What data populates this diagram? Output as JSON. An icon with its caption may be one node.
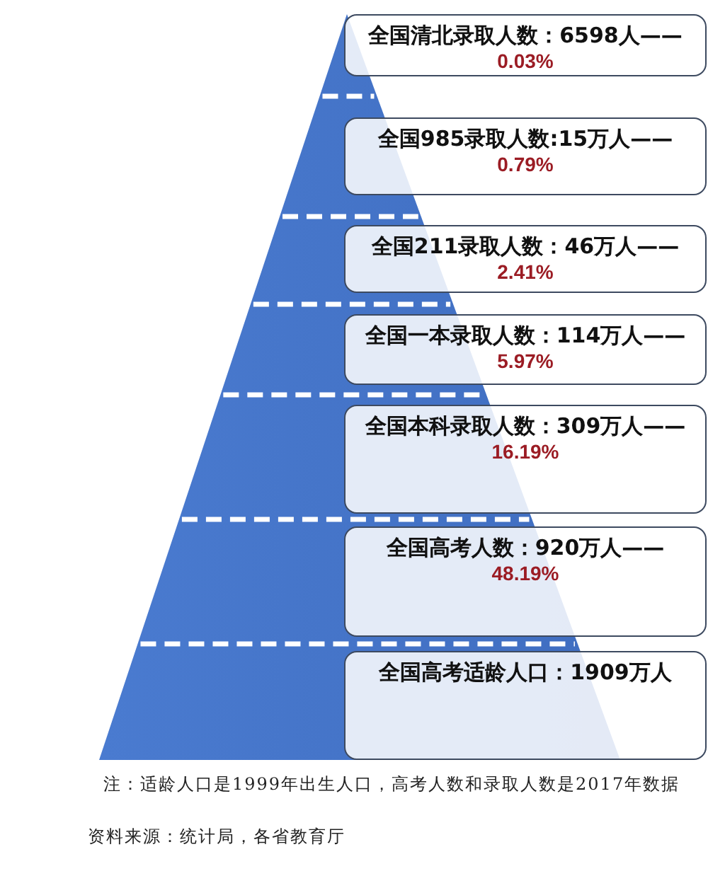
{
  "diagram": {
    "nodes": [
      {
        "text": [
          "全国清北录取人数：6598人——",
          "0.03%"
        ]
      },
      {
        "text": [
          "全国985录取人数:15万人——",
          "0.79%"
        ]
      },
      {
        "text": [
          "全国211录取人数：46万人——",
          "2.41%"
        ]
      },
      {
        "text": [
          "全国一本录取人数：114万人——",
          "5.97%"
        ]
      },
      {
        "text": [
          "全国本科录取人数：309万人——",
          "16.19%"
        ]
      },
      {
        "text": [
          "全国高考人数：920万人——",
          "48.19%"
        ]
      },
      {
        "text": [
          "全国高考适龄人口：1909万人"
        ]
      }
    ],
    "labels": [
      "注：适龄人口是1999年出生人口，高考人数和录取人数是2017年数据",
      "资料来源：统计局，各省教育厅"
    ]
  }
}
